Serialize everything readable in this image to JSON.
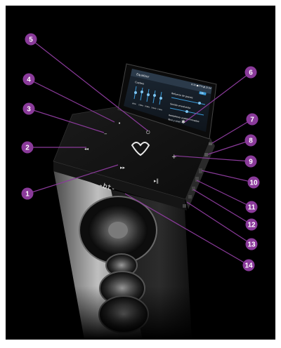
{
  "brand": {
    "logo_text": "-bt-"
  },
  "phone": {
    "app_title": "Equalizer",
    "status": "8:32 ●47% ▮ 12:04",
    "preset_label": "Custom",
    "toggle_label": "ON",
    "bass_label": "Refuerzo de graves",
    "surround_label": "Sonido envolvente",
    "virtualizer_label": "Restablecer predeterminados",
    "reset_label": "Tono y nivel",
    "band_labels": [
      "60Hz",
      "230Hz",
      "910Hz",
      "3.6kHz",
      "14kHz"
    ]
  },
  "callouts": [
    {
      "number": "1"
    },
    {
      "number": "2"
    },
    {
      "number": "3"
    },
    {
      "number": "4"
    },
    {
      "number": "5"
    },
    {
      "number": "6"
    },
    {
      "number": "7"
    },
    {
      "number": "8"
    },
    {
      "number": "9"
    },
    {
      "number": "10"
    },
    {
      "number": "11"
    },
    {
      "number": "12"
    },
    {
      "number": "13"
    },
    {
      "number": "14"
    }
  ],
  "colors": {
    "callout": "#8a3a9a",
    "background": "#000000",
    "accent_screen": "#3a9bd9"
  }
}
